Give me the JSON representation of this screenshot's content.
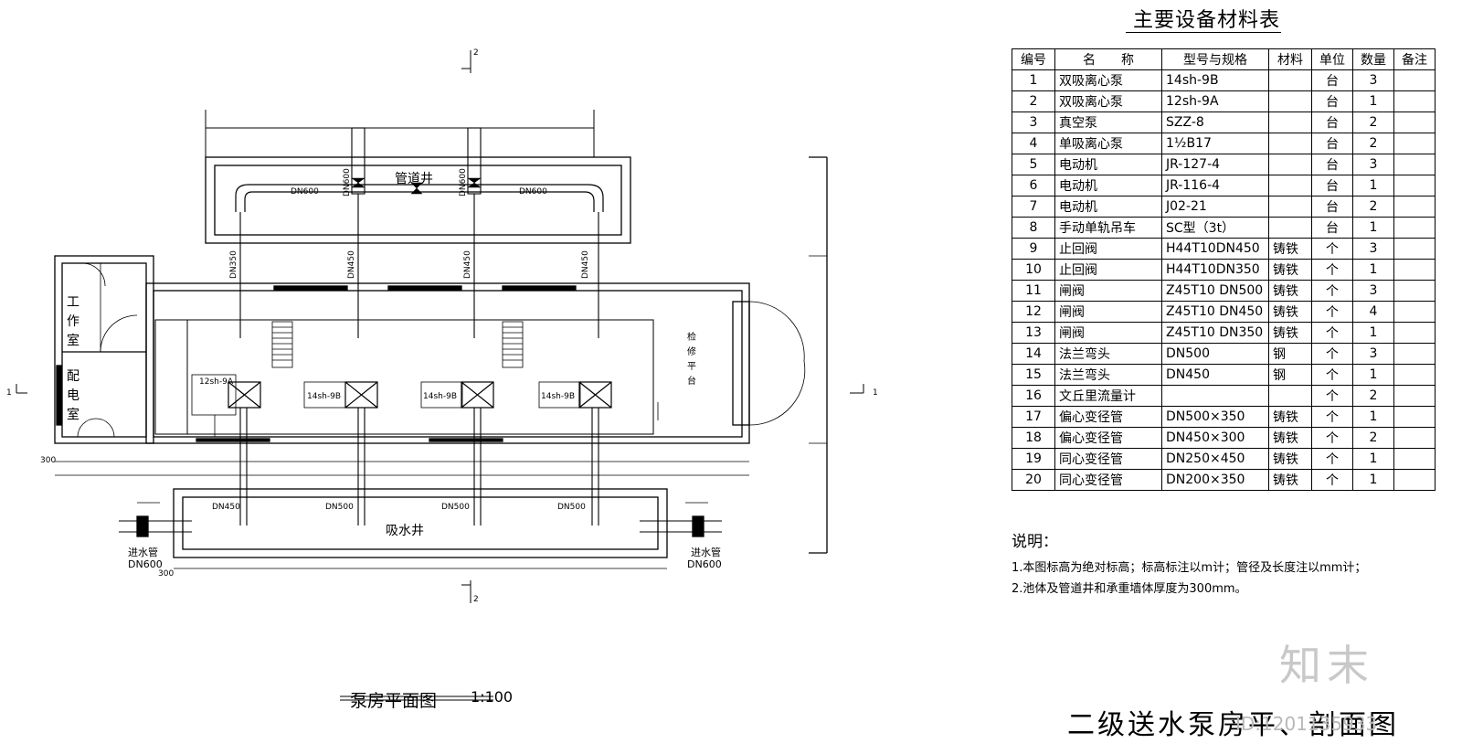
{
  "material_table": {
    "title": "主要设备材料表",
    "headers": [
      "编号",
      "名　　称",
      "型号与规格",
      "材料",
      "单位",
      "数量",
      "备注"
    ],
    "rows": [
      [
        "1",
        "双吸离心泵",
        "14sh-9B",
        "",
        "台",
        "3",
        ""
      ],
      [
        "2",
        "双吸离心泵",
        "12sh-9A",
        "",
        "台",
        "1",
        ""
      ],
      [
        "3",
        "真空泵",
        "SZZ-8",
        "",
        "台",
        "2",
        ""
      ],
      [
        "4",
        "单吸离心泵",
        "1½B17",
        "",
        "台",
        "2",
        ""
      ],
      [
        "5",
        "电动机",
        "JR-127-4",
        "",
        "台",
        "3",
        ""
      ],
      [
        "6",
        "电动机",
        "JR-116-4",
        "",
        "台",
        "1",
        ""
      ],
      [
        "7",
        "电动机",
        "J02-21",
        "",
        "台",
        "2",
        ""
      ],
      [
        "8",
        "手动单轨吊车",
        "SC型（3t）",
        "",
        "台",
        "1",
        ""
      ],
      [
        "9",
        "止回阀",
        "H44T10DN450",
        "铸铁",
        "个",
        "3",
        ""
      ],
      [
        "10",
        "止回阀",
        "H44T10DN350",
        "铸铁",
        "个",
        "1",
        ""
      ],
      [
        "11",
        "闸阀",
        "Z45T10 DN500",
        "铸铁",
        "个",
        "3",
        ""
      ],
      [
        "12",
        "闸阀",
        "Z45T10 DN450",
        "铸铁",
        "个",
        "4",
        ""
      ],
      [
        "13",
        "闸阀",
        "Z45T10 DN350",
        "铸铁",
        "个",
        "1",
        ""
      ],
      [
        "14",
        "法兰弯头",
        "DN500",
        "钢",
        "个",
        "3",
        ""
      ],
      [
        "15",
        "法兰弯头",
        "DN450",
        "钢",
        "个",
        "1",
        ""
      ],
      [
        "16",
        "文丘里流量计",
        "",
        "",
        "个",
        "2",
        ""
      ],
      [
        "17",
        "偏心变径管",
        "DN500×350",
        "铸铁",
        "个",
        "1",
        ""
      ],
      [
        "18",
        "偏心变径管",
        "DN450×300",
        "铸铁",
        "个",
        "2",
        ""
      ],
      [
        "19",
        "同心变径管",
        "DN250×450",
        "铸铁",
        "个",
        "1",
        ""
      ],
      [
        "20",
        "同心变径管",
        "DN200×350",
        "铸铁",
        "个",
        "1",
        ""
      ]
    ]
  },
  "notes": {
    "heading": "说明：",
    "items": [
      "1.本图标高为绝对标高；标高标注以m计；管径及长度注以mm计；",
      "2.池体及管道井和承重墙体厚度为300mm。"
    ]
  },
  "plan": {
    "title": "泵房平面图",
    "scale": "1:100",
    "pipe_well": "管道井",
    "suction_well": "吸水井",
    "work_room": "工作室",
    "power_room": "配电室",
    "platform": "检修平台",
    "header_left": "DN600",
    "header_right": "DN600",
    "riser_labels": [
      "DN600",
      "DN600"
    ],
    "pump_labels": [
      "12sh-9A",
      "14sh-9B",
      "14sh-9B",
      "14sh-9B"
    ],
    "discharge_labels": [
      "DN350",
      "DN450",
      "DN450",
      "DN450"
    ],
    "suction_labels": [
      "DN450",
      "DN500",
      "DN500",
      "DN500"
    ],
    "inlet_label": "进水管",
    "inlet_size": "DN600",
    "dim_300": "300",
    "section_1": "1",
    "section_2": "2"
  },
  "drawing_title": "二级送水泵房平、剖面图",
  "watermark": {
    "logo": "知末",
    "id": "ID:1201135933"
  }
}
